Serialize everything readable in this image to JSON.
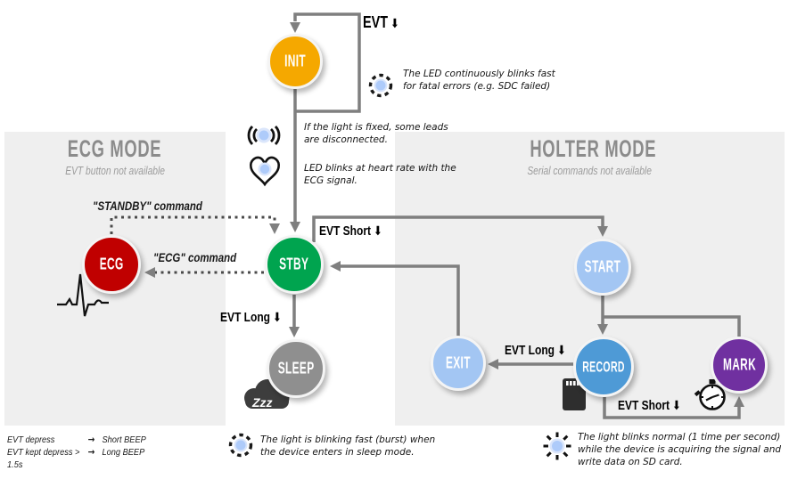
{
  "modes": {
    "ecg": {
      "title": "ECG MODE",
      "subtitle": "EVT button not available"
    },
    "holter": {
      "title": "HOLTER MODE",
      "subtitle": "Serial commands not available"
    }
  },
  "nodes": {
    "init": "INIT",
    "ecg": "ECG",
    "stby": "STBY",
    "sleep": "SLEEP",
    "start": "START",
    "exit": "EXIT",
    "record": "RECORD",
    "mark": "MARK"
  },
  "labels": {
    "evt": "EVT",
    "evt_short_stby_start": "EVT Short",
    "evt_long_stby_sleep": "EVT Long",
    "evt_long_record_exit": "EVT Long",
    "evt_short_record_mark": "EVT Short",
    "standby_command": "\"STANDBY\" command",
    "ecg_command": "\"ECG\" command",
    "zzz": "Zzz"
  },
  "glyphs": {
    "down_arrow": "⬇",
    "right_arrow": "→"
  },
  "notes": {
    "init_led": "The LED continuously blinks fast for fatal errors (e.g. SDC failed)",
    "fixed_light": "If the light is fixed, some leads are disconnected.",
    "heart_rate": "LED blinks at heart rate with the ECG signal.",
    "sleep_led": "The light is blinking fast (burst) when the device enters in sleep mode.",
    "record_led": "The light blinks normal (1 time per second) while the device is acquiring the signal and write data on SD card."
  },
  "legend": {
    "row1": {
      "action": "EVT depress",
      "result": "Short BEEP"
    },
    "row2": {
      "action": "EVT kept depress > 1.5s",
      "result": "Long BEEP"
    }
  },
  "colors": {
    "init": "#F5A800",
    "ecg": "#C00000",
    "stby": "#00A44F",
    "sleep": "#8F8F8F",
    "start": "#A3C6F3",
    "exit": "#A3C6F3",
    "record": "#4E9AD6",
    "mark": "#7030A0",
    "connector": "#7F7F7F",
    "panel": "#EFEFEF",
    "led_blue": "#AECBFA"
  }
}
